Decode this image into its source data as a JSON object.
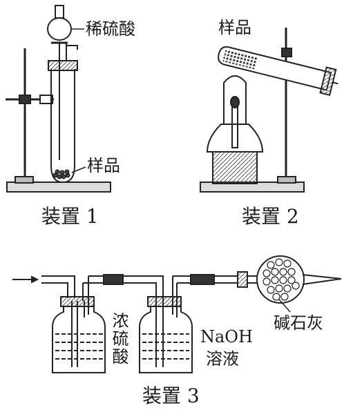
{
  "apparatus1": {
    "caption": "装置 1",
    "label_acid": "稀硫酸",
    "label_sample": "样品"
  },
  "apparatus2": {
    "caption": "装置 2",
    "label_sample": "样品"
  },
  "apparatus3": {
    "caption": "装置 3",
    "label_conc_acid": "浓硫酸",
    "label_naoh_1": "NaOH",
    "label_naoh_2": "溶液",
    "label_soda_lime": "碱石灰"
  }
}
